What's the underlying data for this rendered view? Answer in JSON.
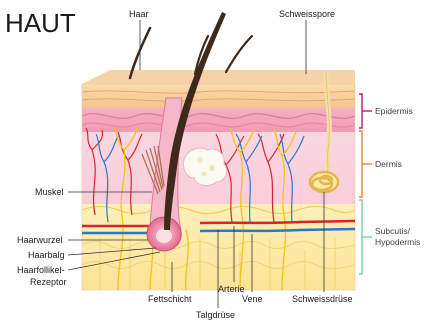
{
  "title": "HAUT",
  "labels": {
    "haar": "Haar",
    "schweisspore": "Schweisspore",
    "muskel": "Muskel",
    "haarwurzel": "Haarwurzel",
    "haarbalg": "Haarbalg",
    "haarfollikel_line1": "Haarfollikel-",
    "haarfollikel_line2": "Rezeptor",
    "fettschicht": "Fettschicht",
    "talgdruese": "Talgdrüse",
    "arterie": "Arterie",
    "vene": "Vene",
    "schweissdruese": "Schweissdrüse"
  },
  "layers": {
    "epidermis": "Epidermis",
    "dermis": "Dermis",
    "subcutis_line1": "Subcutis/",
    "subcutis_line2": "Hypodermis"
  },
  "colors": {
    "epidermis_bracket": "#c0267a",
    "dermis_bracket": "#f08a3a",
    "subcutis_bracket": "#7fd0b8",
    "artery": "#d6262b",
    "vein": "#2a78c8",
    "nerve": "#f0c419",
    "fat": "#fbe9a0",
    "dermis": "#f7c9d6",
    "hair": "#3d2a1a"
  }
}
